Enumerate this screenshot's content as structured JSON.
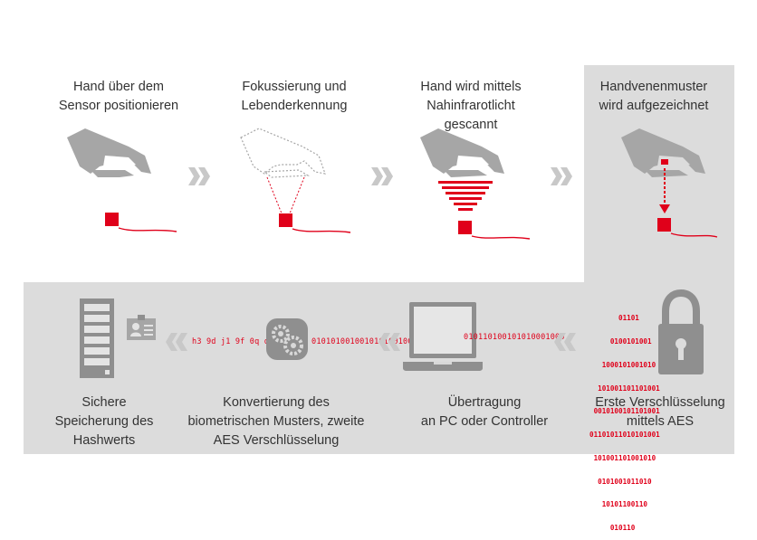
{
  "colors": {
    "accent_red": "#e0001a",
    "hand_gray": "#a6a6a6",
    "panel_gray": "#dcdcdc",
    "chevron_gray": "#c8c8c8",
    "text": "#333333"
  },
  "steps_top": [
    {
      "caption": "Hand über dem\nSensor positionieren",
      "icon": "hand-over-sensor-icon"
    },
    {
      "caption": "Fokussierung und\nLebenderkennung",
      "icon": "focus-liveness-icon"
    },
    {
      "caption": "Hand wird mittels\nNahinfrarotlicht\ngescannt",
      "icon": "infrared-scan-icon"
    },
    {
      "caption": "Handvenenmuster\nwird aufgezeichnet",
      "icon": "vein-pattern-record-icon"
    }
  ],
  "steps_bottom": [
    {
      "caption": "Sichere\nSpeicherung des\nHashwerts",
      "icon": "server-storage-icon"
    },
    {
      "caption": "Konvertierung des\nbiometrischen Musters,  zweite\nAES Verschlüsselung",
      "icon": "gear-conversion-icon"
    },
    {
      "caption": "Übertragung\nan PC oder Controller",
      "icon": "laptop-transfer-icon"
    },
    {
      "caption": "Erste Verschlüsselung\nmittels AES",
      "icon": "lock-encryption-icon"
    }
  ],
  "codes": {
    "hash_string": "h3 9d j1 9f 0q o2 09 s0",
    "gear_bits": "010101001001010100100",
    "laptop_bits": "010110100101010001000"
  },
  "lock_bits": [
    "       01101",
    "     0100101001",
    "   1000101001010",
    "  101001101101001",
    " 0010100101101001",
    "01101011010101001",
    " 101001101001010",
    "  0101001011010",
    "   10101100110",
    "     010110"
  ]
}
